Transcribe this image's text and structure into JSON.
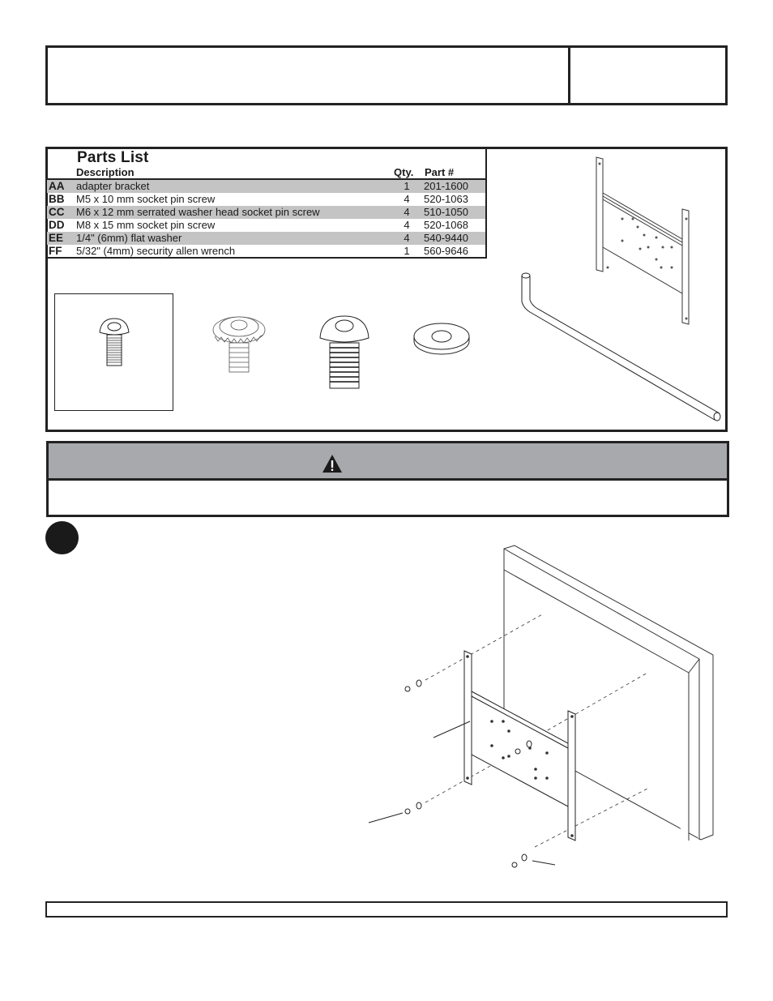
{
  "parts_list": {
    "title": "Parts List",
    "columns": {
      "description": "Description",
      "qty": "Qty.",
      "part": "Part #"
    },
    "rows": [
      {
        "id": "AA",
        "description": "adapter bracket",
        "qty": "1",
        "part": "201-1600"
      },
      {
        "id": "BB",
        "description": "M5 x 10 mm socket pin screw",
        "qty": "4",
        "part": "520-1063"
      },
      {
        "id": "CC",
        "description": "M6 x 12 mm serrated washer head socket pin screw",
        "qty": "4",
        "part": "510-1050"
      },
      {
        "id": "DD",
        "description": "M8 x 15 mm socket pin screw",
        "qty": "4",
        "part": "520-1068"
      },
      {
        "id": "EE",
        "description": "1/4\" (6mm) flat washer",
        "qty": "4",
        "part": "540-9440"
      },
      {
        "id": "FF",
        "description": "5/32\" (4mm) security allen wrench",
        "qty": "1",
        "part": "560-9646"
      }
    ]
  },
  "illustrations": {
    "parts": [
      "m5-screw",
      "serrated-washer-screw",
      "m8-screw",
      "flat-washer",
      "adapter-bracket",
      "allen-wrench"
    ],
    "step": "bracket-to-display-assembly"
  },
  "warning": {
    "icon": "warning-triangle-icon"
  },
  "colors": {
    "border": "#222222",
    "shade_row": "#c4c4c4",
    "warning_band": "#a7a9ac"
  }
}
